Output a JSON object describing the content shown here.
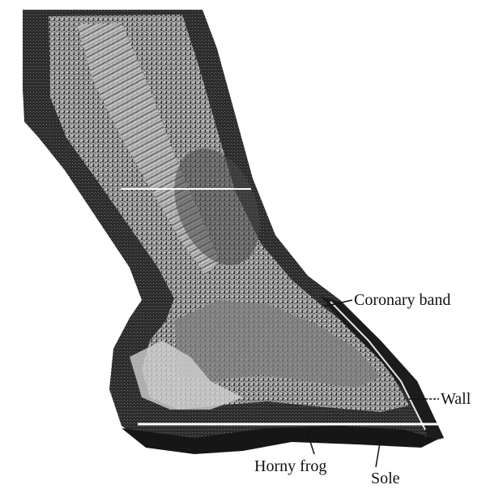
{
  "labels": {
    "coronary_band": "Coronary band",
    "wall": "Wall",
    "horny_frog": "Horny frog",
    "sole": "Sole"
  },
  "colors": {
    "ink": "#111111",
    "tissue_dark": "#1a1a1a",
    "tissue_mid": "#6b6b6b",
    "tissue_light": "#b9b9b9",
    "background": "#ffffff"
  }
}
